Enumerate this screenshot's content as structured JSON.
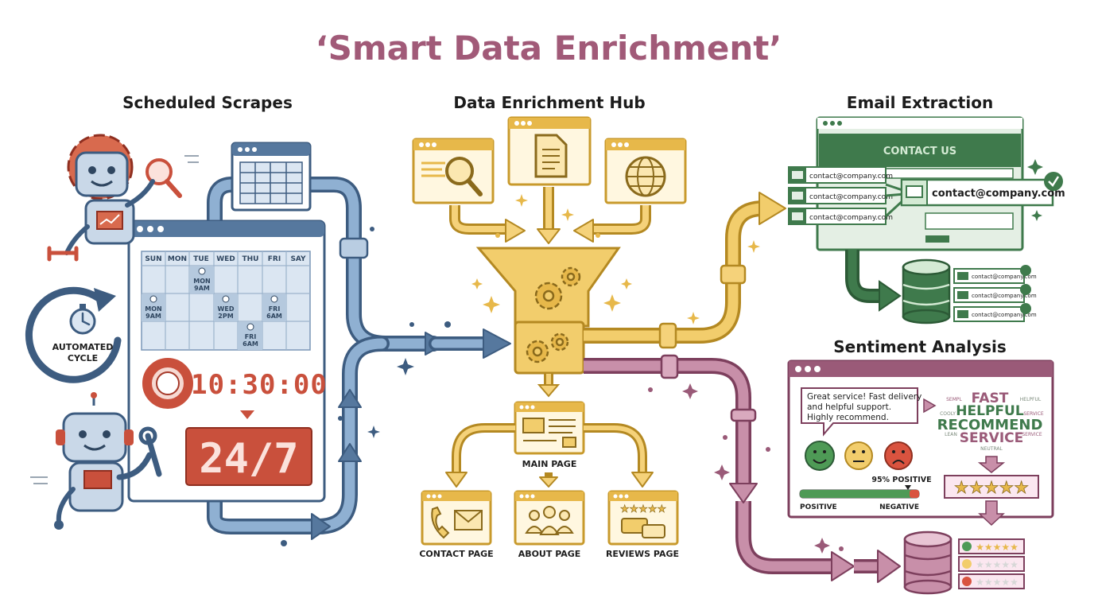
{
  "title": "‘Smart Data Enrichment’",
  "sections": {
    "scheduled": "Scheduled Scrapes",
    "hub": "Data Enrichment Hub",
    "email": "Email Extraction",
    "sentiment": "Sentiment Analysis"
  },
  "cycle": {
    "line1": "AUTOMATED",
    "line2": "CYCLE"
  },
  "calendar": {
    "days": [
      "SUN",
      "MON",
      "TUE",
      "WED",
      "THU",
      "FRI",
      "SAY"
    ],
    "events": [
      {
        "l1": "MON",
        "l2": "9AM"
      },
      {
        "l1": "MON",
        "l2": "9AM"
      },
      {
        "l1": "WED",
        "l2": "2PM"
      },
      {
        "l1": "FRI",
        "l2": "6AM"
      },
      {
        "l1": "FRI",
        "l2": "6AM"
      }
    ]
  },
  "clock": "10:30:00",
  "always": "24/7",
  "pages": {
    "main": "MAIN PAGE",
    "contact": "CONTACT PAGE",
    "about": "ABOUT PAGE",
    "reviews": "REVIEWS PAGE"
  },
  "email": {
    "banner": "CONTACT US",
    "tag": "contact@company.com",
    "big": "contact@company.com"
  },
  "sentiment": {
    "review_l1": "Great service! Fast delivery",
    "review_l2": "and helpful support.",
    "review_l3": "Highly recommend.",
    "cloud": {
      "fast": "FAST",
      "helpful": "HELPFUL",
      "recommend": "RECOMMEND",
      "service": "SERVICE",
      "s1": "SEMPL",
      "s2": "HELPFUL",
      "s3": "COOLY",
      "s4": "SERVICE",
      "s5": "LEAN",
      "s6": "SERVICE",
      "s7": "NEUTRAL"
    },
    "percent": "95% POSITIVE",
    "positive": "POSITIVE",
    "negative": "NEGATIVE",
    "stars": "★★★★★"
  },
  "colors": {
    "blue": "#56789e",
    "yellow": "#e7b84a",
    "green": "#3f7a4c",
    "purple": "#9a5a78",
    "red": "#c9503c"
  }
}
